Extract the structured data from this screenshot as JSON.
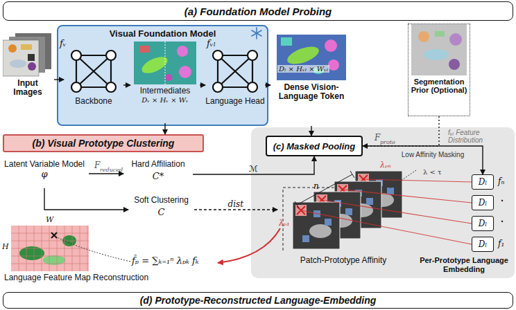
{
  "diagram": {
    "nodes": [
      {
        "text": [
          "(a) Foundation Model Probing"
        ]
      },
      {
        "text": [
          "Input Images"
        ]
      },
      {
        "text": [
          "Visual Foundation Model"
        ]
      },
      {
        "text": [
          "Backbone"
        ],
        "in": 2
      },
      {
        "text": [
          "Intermediates",
          "Dᵥ × Hᵥ × Wᵥ"
        ],
        "in": 2
      },
      {
        "text": [
          "Language Head"
        ],
        "in": 2
      },
      {
        "text": [
          "Dₗ × Hᵥₗ × Wᵥₗ",
          "Dense Vision-Language Token"
        ]
      },
      {
        "text": [
          "Segmentation Prior (Optional)"
        ]
      },
      {
        "text": [
          "(b) Visual Prototype Clustering"
        ]
      },
      {
        "text": [
          "Latent Variable Model",
          "φ"
        ]
      },
      {
        "text": [
          "Hard Affiliation",
          "C*"
        ]
      },
      {
        "text": [
          "Soft Clustering",
          "C"
        ]
      },
      {
        "text": [
          "(c) Masked Pooling"
        ]
      },
      {
        "text": [
          "Patch-Prototype Affinity"
        ]
      },
      {
        "text": [
          "Dₗ"
        ]
      },
      {
        "text": [
          "Dₗ"
        ]
      },
      {
        "text": [
          "Dₗ"
        ]
      },
      {
        "text": [
          "Dₗ"
        ]
      },
      {
        "text": [
          "Language Feature Map Reconstruction"
        ]
      },
      {
        "text": [
          "(d) Prototype-Reconstructed Language-Embedding"
        ]
      }
    ],
    "edges": [
      {
        "from": 1,
        "to": 3,
        "arrow": "to"
      },
      {
        "from": 3,
        "to": 4,
        "arrow": "to"
      },
      {
        "from": 4,
        "to": 5,
        "arrow": "to"
      },
      {
        "from": 5,
        "to": 6,
        "arrow": "to"
      },
      {
        "from": 4,
        "to": 8,
        "arrow": "to"
      },
      {
        "from": 6,
        "to": 12,
        "arrow": "to"
      },
      {
        "from": 7,
        "to": 12,
        "arrow": "to"
      },
      {
        "from": 9,
        "to": 10,
        "arrow": "to"
      },
      {
        "from": 9,
        "to": 11,
        "arrow": "to"
      },
      {
        "from": 10,
        "to": 12,
        "label": "ℳ",
        "arrow": "to"
      },
      {
        "from": 11,
        "to": 13,
        "label": "dist",
        "arrow": "to"
      },
      {
        "from": 12,
        "to": 14,
        "arrow": "to"
      }
    ],
    "labels": [
      "fᵥ",
      "fᵥₗ",
      "F",
      "reduced",
      "F",
      "proto",
      "fᵥₗ Feature Distribution",
      "Low Affinity Masking",
      "λ < τ",
      "λₚₙ",
      "λₚ₁",
      "n",
      "fₙ",
      "·",
      "·",
      "f₁",
      "Per-Prototype Language Embedding",
      "W",
      "H",
      "f̂ₚ = ∑ₖ₌₁ⁿ λₚₖ fₖ"
    ]
  }
}
